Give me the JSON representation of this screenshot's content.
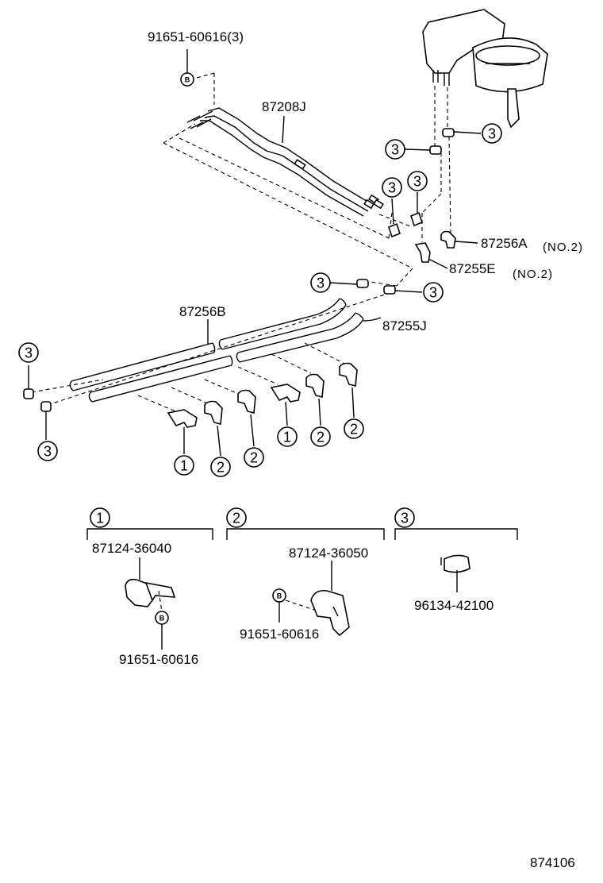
{
  "labels": {
    "top_bolt": "91651-60616(3)",
    "hose_87208j": "87208J",
    "hose_87256a": "87256A",
    "no2_a": "(NO.2)",
    "hose_87255e": "87255E",
    "no2_e": "(NO.2)",
    "hose_87256b": "87256B",
    "hose_87255j": "87255J",
    "detail1_part": "87124-36040",
    "detail1_bolt": "91651-60616",
    "detail2_part": "87124-36050",
    "detail2_bolt": "91651-60616",
    "detail3_part": "96134-42100",
    "ref_code": "874106"
  },
  "callouts": {
    "one": "1",
    "two": "2",
    "three": "3",
    "bolt": "B"
  }
}
